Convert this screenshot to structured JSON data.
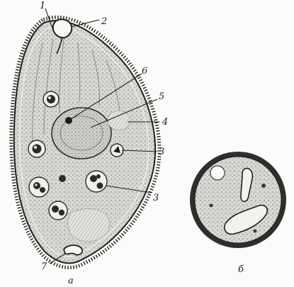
{
  "figure": {
    "labels": {
      "l1": "1",
      "l2": "2",
      "l6": "6",
      "l5": "5",
      "l4": "4",
      "l3a": "3",
      "l3b": "3",
      "l7": "7"
    },
    "captions": {
      "a": "а",
      "b": "б"
    }
  }
}
